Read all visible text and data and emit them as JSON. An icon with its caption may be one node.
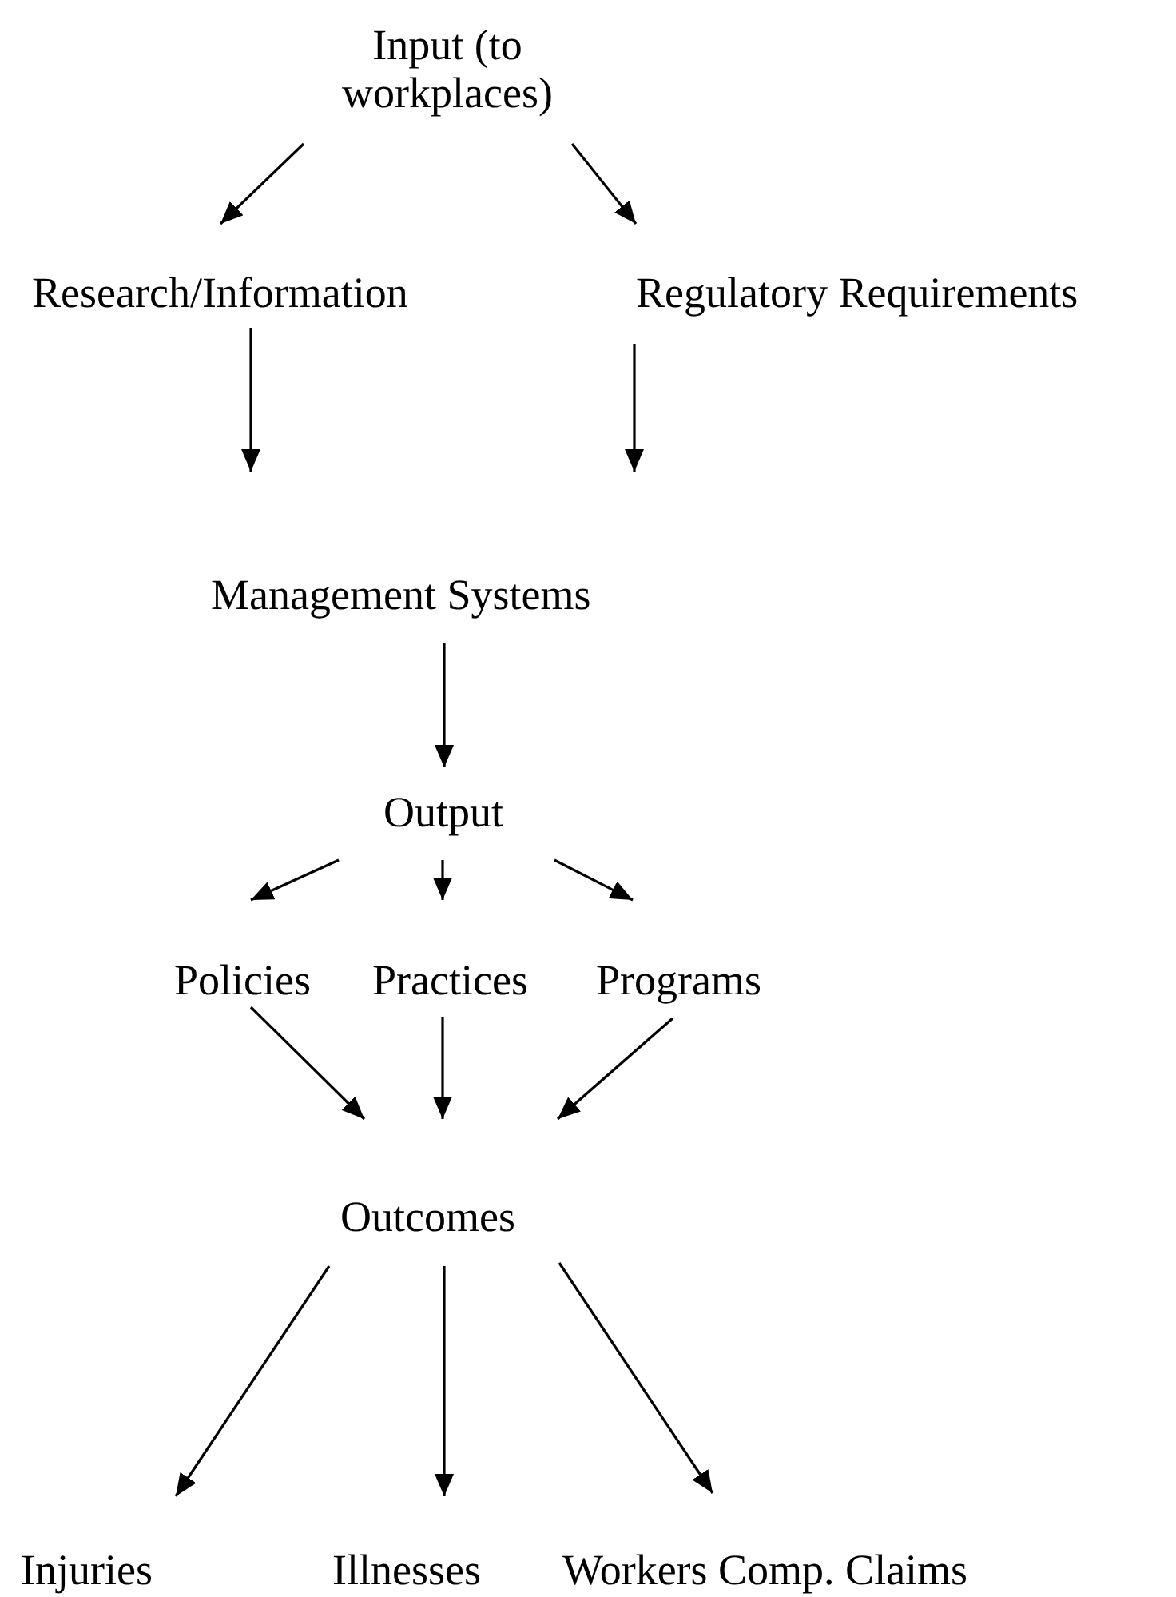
{
  "diagram": {
    "nodes": [
      {
        "text": [
          "Input (to workplaces)"
        ]
      },
      {
        "text": [
          "Research/Information"
        ]
      },
      {
        "text": [
          "Regulatory Requirements"
        ]
      },
      {
        "text": [
          "Management Systems"
        ]
      },
      {
        "text": [
          "Output"
        ]
      },
      {
        "text": [
          "Policies"
        ]
      },
      {
        "text": [
          "Practices"
        ]
      },
      {
        "text": [
          "Programs"
        ]
      },
      {
        "text": [
          "Outcomes"
        ]
      },
      {
        "text": [
          "Injuries"
        ]
      },
      {
        "text": [
          "Illnesses"
        ]
      },
      {
        "text": [
          "Workers Comp. Claims"
        ]
      }
    ],
    "edges": [
      {
        "from": 0,
        "to": 1,
        "arrow": "to"
      },
      {
        "from": 0,
        "to": 2,
        "arrow": "to"
      },
      {
        "from": 1,
        "to": 3,
        "arrow": "to"
      },
      {
        "from": 2,
        "to": 3,
        "arrow": "to"
      },
      {
        "from": 3,
        "to": 4,
        "arrow": "to"
      },
      {
        "from": 4,
        "to": 5,
        "arrow": "to"
      },
      {
        "from": 4,
        "to": 6,
        "arrow": "to"
      },
      {
        "from": 4,
        "to": 7,
        "arrow": "to"
      },
      {
        "from": 5,
        "to": 8,
        "arrow": "to"
      },
      {
        "from": 6,
        "to": 8,
        "arrow": "to"
      },
      {
        "from": 7,
        "to": 8,
        "arrow": "to"
      },
      {
        "from": 8,
        "to": 9,
        "arrow": "to"
      },
      {
        "from": 8,
        "to": 10,
        "arrow": "to"
      },
      {
        "from": 8,
        "to": 11,
        "arrow": "to"
      }
    ]
  }
}
